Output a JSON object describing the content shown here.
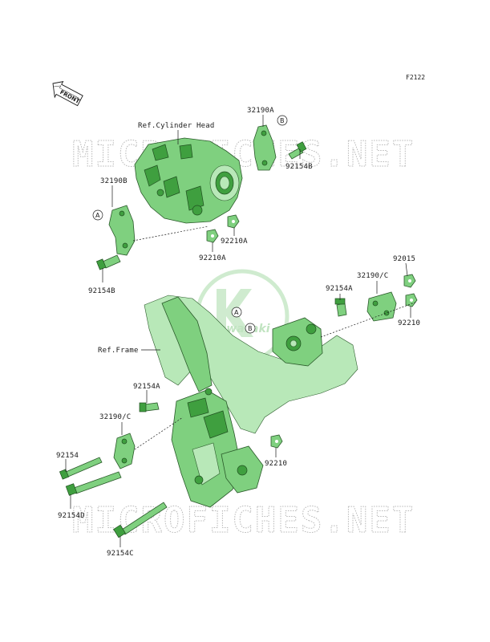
{
  "figure_code": "F2122",
  "front_label": "FRONT",
  "watermark": "MICROFICHES.NET",
  "logo_text": "Kawasaki",
  "references": {
    "cylinder_head": "Ref.Cylinder Head",
    "frame": "Ref.Frame"
  },
  "parts": {
    "p32190A": "32190A",
    "p92154B_top": "92154B",
    "p32190B": "32190B",
    "p92210A_1": "92210A",
    "p92210A_2": "92210A",
    "p92154B_left": "92154B",
    "p92015": "92015",
    "p92154A_top": "92154A",
    "p32190C_top": "32190/C",
    "p92210_right": "92210",
    "p92154A_mid": "92154A",
    "p32190C_left": "32190/C",
    "p92154": "92154",
    "p92210_mid": "92210",
    "p92154D": "92154D",
    "p92154C": "92154C"
  },
  "callouts": {
    "a_top": "A",
    "b_top": "B",
    "a_frame": "A",
    "b_frame": "B"
  },
  "colors": {
    "part_fill": "#7fd07f",
    "part_dark": "#3f9f3f",
    "watermark": "#b8b8b8",
    "logo": "#a8dca8"
  }
}
